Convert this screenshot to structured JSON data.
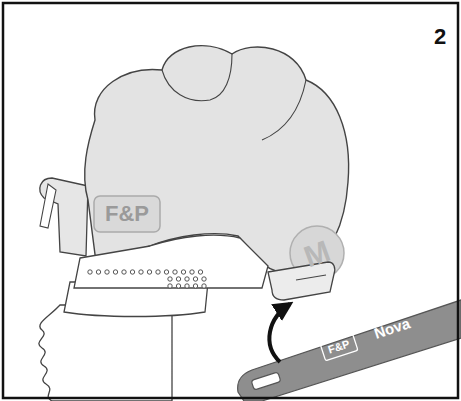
{
  "diagram": {
    "labels": [
      "2",
      "F&P",
      "M",
      "F&P",
      "Nova"
    ]
  }
}
